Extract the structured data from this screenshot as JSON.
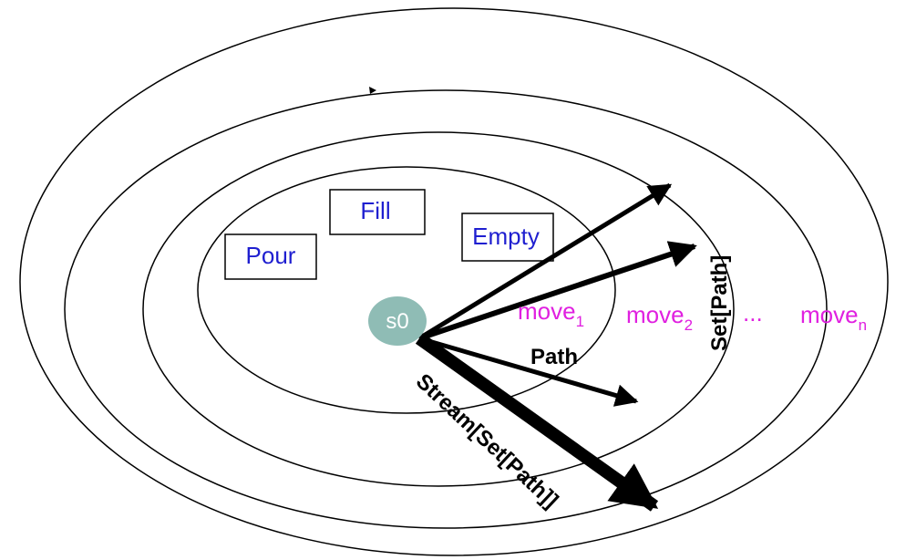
{
  "colors": {
    "operation_text": "#1f1fd0",
    "move_text": "#e020e0",
    "start_node_fill": "#8fbcb5",
    "start_node_text": "#ffffff",
    "arrows": "#000000"
  },
  "operations": {
    "pour": "Pour",
    "fill": "Fill",
    "empty": "Empty"
  },
  "start_node": "s0",
  "moves": {
    "move1_base": "move",
    "move1_sub": "1",
    "move2_base": "move",
    "move2_sub": "2",
    "ellipsis": "...",
    "moven_base": "move",
    "moven_sub": "n"
  },
  "labels": {
    "path": "Path",
    "set_path": "Set[Path]",
    "stream": "Stream[Set[Path]]"
  }
}
